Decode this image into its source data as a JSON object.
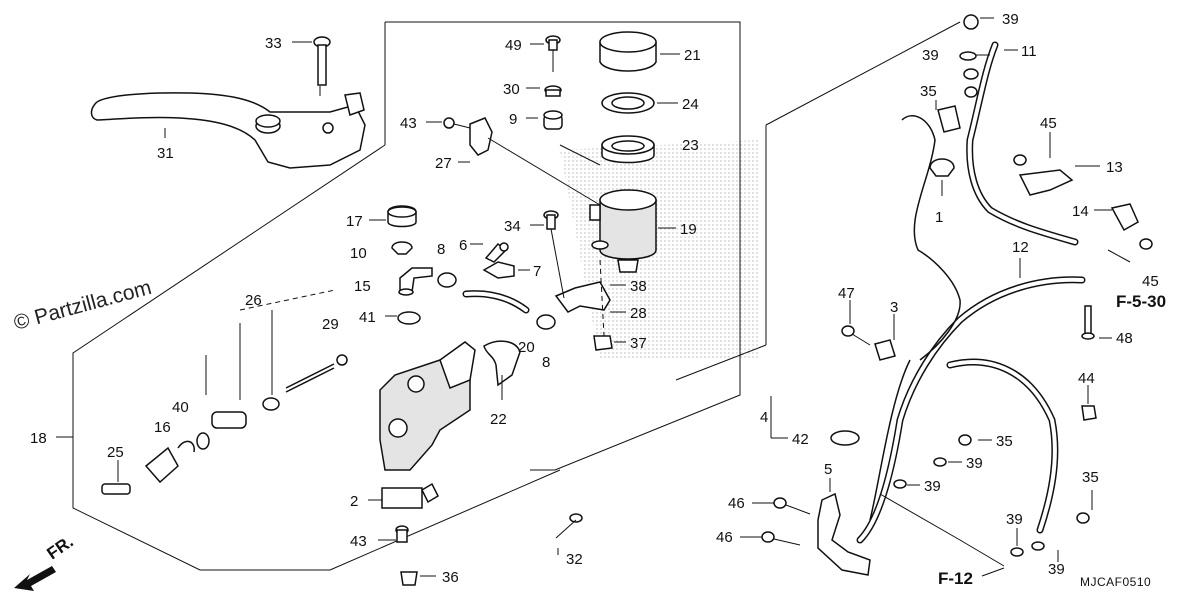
{
  "diagram": {
    "watermark": "© Partzilla.com",
    "diagram_code": "MJCAF0510",
    "direction_label": "FR.",
    "ref_labels": [
      "F-5-30",
      "F-12"
    ],
    "callouts": [
      "1",
      "2",
      "3",
      "4",
      "5",
      "6",
      "8",
      "8",
      "9",
      "10",
      "11",
      "12",
      "13",
      "14",
      "15",
      "16",
      "17",
      "18",
      "19",
      "20",
      "21",
      "22",
      "23",
      "24",
      "25",
      "26",
      "27",
      "28",
      "29",
      "30",
      "31",
      "32",
      "33",
      "34",
      "35",
      "35",
      "35",
      "35",
      "36",
      "37",
      "38",
      "39",
      "39",
      "39",
      "39",
      "39",
      "39",
      "39",
      "40",
      "41",
      "42",
      "43",
      "43",
      "44",
      "45",
      "45",
      "46",
      "46",
      "47",
      "48",
      "49",
      "7"
    ]
  }
}
